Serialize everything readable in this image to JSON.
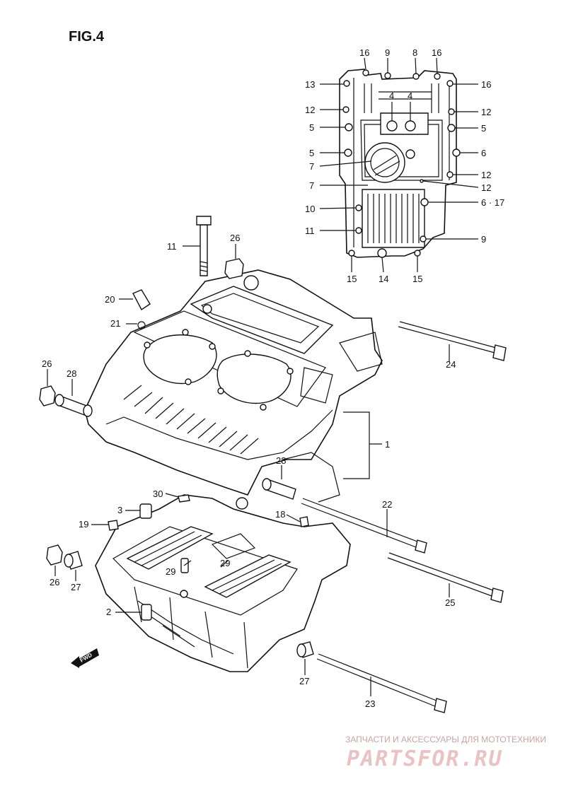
{
  "figure": {
    "title": "FIG.4"
  },
  "callouts": {
    "inset_top": [
      "16",
      "9",
      "8",
      "16"
    ],
    "inset_left": [
      "13",
      "12",
      "5",
      "5",
      "7",
      "7",
      "10",
      "11"
    ],
    "inset_right": [
      "16",
      "12",
      "5",
      "6",
      "12",
      "12",
      "6 · 17",
      "9"
    ],
    "inset_center": [
      "4",
      "4"
    ],
    "inset_bottom": [
      "15",
      "14",
      "15"
    ],
    "main": {
      "c11": "11",
      "c26a": "26",
      "c20": "20",
      "c21": "21",
      "c26b": "26",
      "c28a": "28",
      "c24": "24",
      "c1": "1",
      "c28b": "28",
      "c30": "30",
      "c3": "3",
      "c19": "19",
      "c22": "22",
      "c18": "18",
      "c29a": "29",
      "c29b": "29",
      "c26c": "26",
      "c27a": "27",
      "c25": "25",
      "c2": "2",
      "c27b": "27",
      "c23": "23"
    }
  },
  "fwd_marker": "FWD",
  "watermark": {
    "caption": "ЗАПЧАСТИ И АКСЕССУАРЫ ДЛЯ МОТОТЕХНИКИ",
    "logo": "PARTSFOR.RU"
  }
}
